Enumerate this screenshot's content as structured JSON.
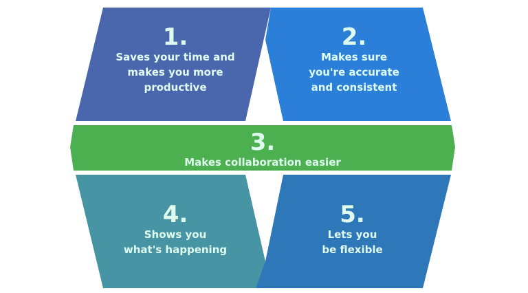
{
  "title": "Benefits",
  "colors": {
    "item1": "#4a66ad",
    "item2": "#2b7fd9",
    "item3": "#4caf50",
    "item4": "#4795a4",
    "item5": "#2e77b9",
    "text": "#dffbef"
  },
  "items": [
    {
      "number": "1.",
      "lines": [
        "Saves your time and",
        "makes you more",
        "productive"
      ]
    },
    {
      "number": "2.",
      "lines": [
        "Makes sure",
        "you're accurate",
        "and consistent"
      ]
    },
    {
      "number": "3.",
      "lines": [
        "Makes collaboration easier"
      ]
    },
    {
      "number": "4.",
      "lines": [
        "Shows you",
        "what's happening"
      ]
    },
    {
      "number": "5.",
      "lines": [
        "Lets you",
        "be flexible"
      ]
    }
  ]
}
